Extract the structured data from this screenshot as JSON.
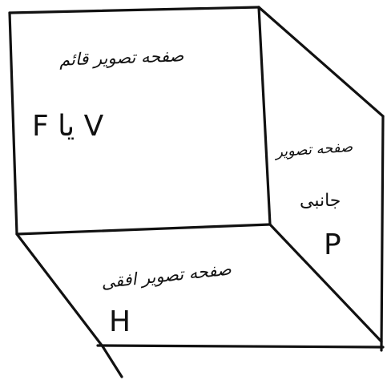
{
  "frontal_plane": {
    "title": "صفحه تصویر قائم",
    "letters": "F یا V"
  },
  "side_plane": {
    "title": "صفحه تصویر",
    "subtitle": "جانبی",
    "letter": "P"
  },
  "horizontal_plane": {
    "title": "صفحه تصویر افقی",
    "letter": "H"
  },
  "colors": {
    "ink": "#111111",
    "paper": "#ffffff"
  }
}
